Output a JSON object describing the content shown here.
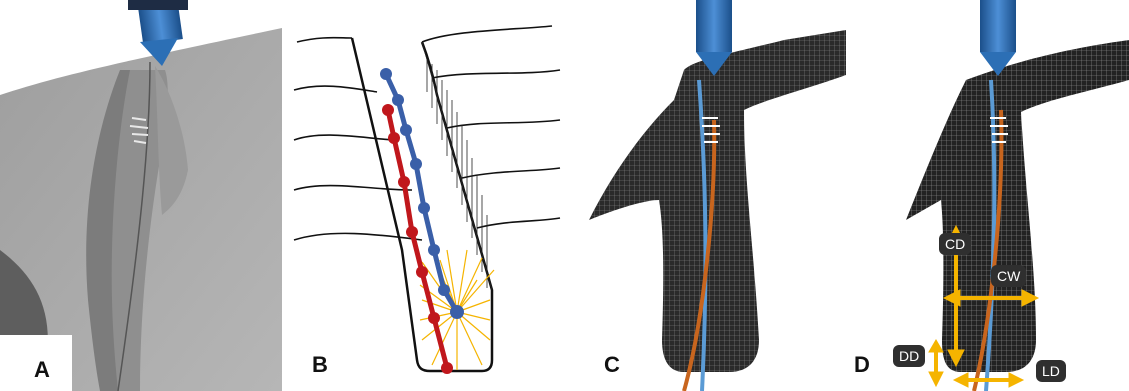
{
  "panels": [
    {
      "id": "A",
      "label": "A"
    },
    {
      "id": "B",
      "label": "B"
    },
    {
      "id": "C",
      "label": "C"
    },
    {
      "id": "D",
      "label": "D"
    }
  ],
  "annotations": {
    "cd": "CD",
    "cw": "CW",
    "dd": "DD",
    "ld": "LD"
  },
  "colors": {
    "tool_blue": "#2c6fb5",
    "path_blue": "#3a5fa8",
    "path_red": "#c0171c",
    "force_yellow": "#f5b400",
    "fiber_orange": "#c8651e",
    "fiber_blue": "#5b9bd5",
    "surface_gray": "#a8a8a8",
    "mesh_dark": "#1c1c1c"
  }
}
